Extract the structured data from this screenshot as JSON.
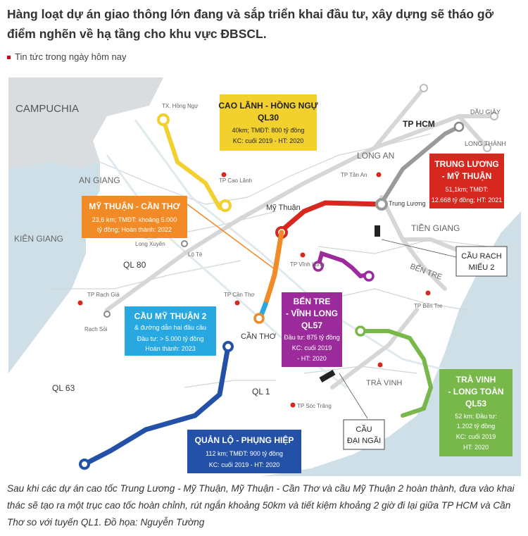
{
  "headline": "Hàng loạt dự án giao thông lớn đang và sắp triển khai đầu tư, xây dựng sẽ tháo gỡ điểm nghẽn về hạ tầng cho khu vực ĐBSCL.",
  "subhead": "Tin tức trong ngày hôm nay",
  "caption": "Sau khi các dự án cao tốc Trung Lương - Mỹ Thuận, Mỹ Thuận - Cần Thơ và cầu Mỹ Thuận 2 hoàn thành, đưa vào khai thác sẽ tạo ra một trục cao tốc hoàn chỉnh, rút ngắn khoảng 50km và tiết kiệm khoảng 2 giờ đi lại giữa TP HCM và Cần Thơ so với tuyến QL1. Đồ họa: Nguyễn Tường",
  "colors": {
    "yellow": "#f2d02d",
    "orange": "#f28a25",
    "red": "#d6281f",
    "blue": "#2451a8",
    "purple": "#9b2a9b",
    "green": "#78b84a",
    "cyan": "#27a8e0",
    "gray": "#9a9a9a"
  },
  "map": {
    "regions": {
      "campuchia": "CAMPUCHIA",
      "an_giang": "AN GIANG",
      "kien_giang": "KIÊN GIANG",
      "long_an": "LONG AN",
      "tien_giang": "TIỀN GIANG",
      "ben_tre": "BẾN TRE",
      "tra_vinh": "TRÀ VINH"
    },
    "roads": {
      "ql80": "QL 80",
      "ql63": "QL 63",
      "ql1": "QL 1"
    },
    "places": {
      "tp_hcm": "TP HCM",
      "dau_giay": "DẦU GIÂY",
      "long_thanh": "LONG THÀNH",
      "tx_hong_ngu": "TX. Hồng Ngự",
      "tp_cao_lanh": "TP Cao Lãnh",
      "tp_tan_an": "TP Tân An",
      "my_thuan": "Mỹ Thuận",
      "trung_luong": "Trung Lương",
      "long_xuyen": "Long Xuyên",
      "lo_te": "Lộ Tẻ",
      "tp_rach_gia": "TP Rạch Giá",
      "rach_soi": "Rạch Sỏi",
      "tp_can_tho": "TP Cần Thơ",
      "can_tho": "CẦN THƠ",
      "tp_vinh_long": "TP Vĩnh Long",
      "tp_ben_tre": "TP Bến Tre",
      "tp_soc_trang": "TP Sóc Trăng"
    },
    "boxes": {
      "cao_lanh": {
        "title": "CAO LÃNH - HỒNG NGỰ",
        "title2": "QL30",
        "l1": "40km; TMĐT: 800 tỷ đồng",
        "l2": "KC: cuối 2019 - HT: 2020"
      },
      "my_thuan_can_tho": {
        "title": "MỸ THUẬN - CẦN THƠ",
        "l1": "23,6 km; TMĐT: khoảng 5.000",
        "l2": "tỷ đồng; Hoàn thành: 2022"
      },
      "trung_luong": {
        "title": "TRUNG LƯƠNG",
        "title2": "- MỸ THUẬN",
        "l1": "51,1km; TMĐT:",
        "l2": "12.668 tỷ đồng; HT: 2021"
      },
      "cau_my_thuan_2": {
        "title": "CẦU MỸ THUẬN 2",
        "l1": "& đường dẫn hai đầu cầu",
        "l2": "Đầu tư: > 5.000 tỷ đồng",
        "l3": "Hoàn thành: 2023"
      },
      "ben_tre_vinh_long": {
        "title": "BẾN TRE",
        "title2": "- VĨNH LONG",
        "title3": "QL57",
        "l1": "Đầu tư: 875 tỷ đồng",
        "l2": "KC: cuối 2019",
        "l3": "- HT: 2020"
      },
      "tra_vinh_long_toan": {
        "title": "TRÀ VINH",
        "title2": "- LONG TOÀN",
        "title3": "QL53",
        "l1": "52 km; Đầu tư:",
        "l2": "1.202 tỷ đồng",
        "l3": "KC: cuối 2019",
        "l4": "HT: 2020"
      },
      "quan_lo": {
        "title": "QUẢN LỘ - PHỤNG HIỆP",
        "l1": "112 km; TMĐT: 900 tỷ đồng",
        "l2": "KC: cuối 2019 - HT: 2020"
      },
      "cau_rach_mieu": {
        "l1": "CẦU RẠCH",
        "l2": "MIẾU 2"
      },
      "cau_dai_ngai": {
        "l1": "CẦU",
        "l2": "ĐẠI NGÃI"
      }
    }
  }
}
